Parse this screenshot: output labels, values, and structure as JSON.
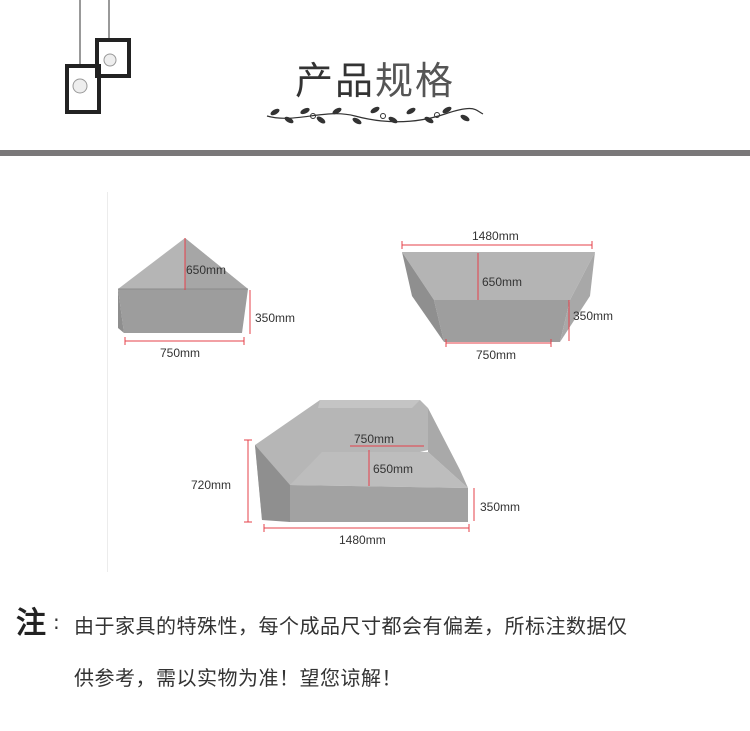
{
  "header": {
    "title_part1": "产品",
    "title_part2": "规格"
  },
  "specs": {
    "triangle": {
      "height_label": "650mm",
      "depth_label": "350mm",
      "width_label": "750mm"
    },
    "trapezoid": {
      "top_label": "1480mm",
      "height_label": "650mm",
      "depth_label": "350mm",
      "bottom_label": "750mm"
    },
    "corner": {
      "inner_label": "750mm",
      "seat_label": "650mm",
      "back_label": "720mm",
      "depth_label": "350mm",
      "width_label": "1480mm"
    }
  },
  "note": {
    "head": "注",
    "colon": ":",
    "line1": "由于家具的特殊性，每个成品尺寸都会有偏差，所标注数据仅",
    "line2": "供参考，需以实物为准！望您谅解！"
  },
  "colors": {
    "divider": "#7a7879",
    "dimension_line": "#e6404a",
    "fabric": "#a3a3a3"
  }
}
